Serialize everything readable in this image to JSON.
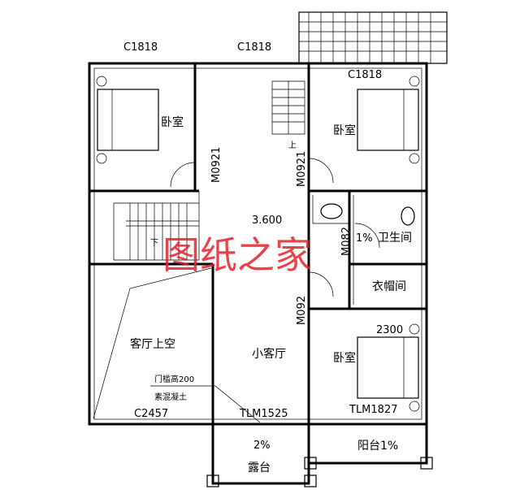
{
  "watermark": "图纸之家",
  "windows": {
    "top_left": "C1818",
    "top_middle": "C1818",
    "top_right": "C1818",
    "bottom_left": "C2457"
  },
  "rooms": {
    "bedroom_top_left": "卧室",
    "bedroom_top_right": "卧室",
    "bedroom_bottom_right": "卧室",
    "bathroom": "卫生间",
    "closet": "衣帽间",
    "living_void": "客厅上空",
    "small_living": "小客厅",
    "terrace": "露台",
    "balcony": "阳台1%"
  },
  "doors": {
    "m1": "M0921",
    "m2": "M0921",
    "m3": "M082",
    "m4": "M092",
    "tlm1": "TLM1525",
    "tlm2": "TLM1827"
  },
  "stairs": {
    "up": "上",
    "down": "下"
  },
  "annotations": {
    "elevation": "3.600",
    "bath_slope": "1%",
    "dimension": "2300",
    "threshold": "门槛高200",
    "material": "素混凝土",
    "terrace_slope": "2%"
  }
}
